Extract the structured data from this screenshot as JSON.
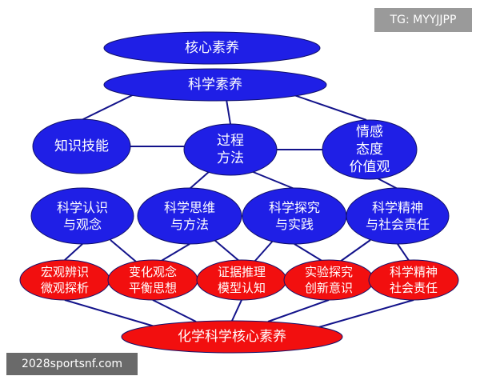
{
  "colors": {
    "blue_node": "#1f1fe6",
    "red_node": "#f20f0f",
    "edge": "#12128a",
    "node_text": "#ffffff"
  },
  "nodes": {
    "core_literacy": "核心素养",
    "science_literacy": "科学素养",
    "knowledge_skills": "知识技能",
    "process_method": [
      "过程",
      "方法"
    ],
    "emotion_attitude_values": [
      "情感",
      "态度",
      "价值观"
    ],
    "scientific_cognition_concepts": [
      "科学认识",
      "与观念"
    ],
    "scientific_thinking_method": [
      "科学思维",
      "与方法"
    ],
    "scientific_inquiry_practice": [
      "科学探究",
      "与实践"
    ],
    "scientific_spirit_responsibility": [
      "科学精神",
      "与社会责任"
    ],
    "macro_micro": [
      "宏观辨识",
      "微观探析"
    ],
    "change_balance": [
      "变化观念",
      "平衡思想"
    ],
    "evidence_model": [
      "证据推理",
      "模型认知"
    ],
    "experiment_innovation": [
      "实验探究",
      "创新意识"
    ],
    "spirit_social_responsibility": [
      "科学精神",
      "社会责任"
    ],
    "chemistry_core_literacy": "化学科学核心素养"
  },
  "watermarks": {
    "top_right": "TG: MYYJJPP",
    "bottom_left": "2028sportsnf.com"
  }
}
